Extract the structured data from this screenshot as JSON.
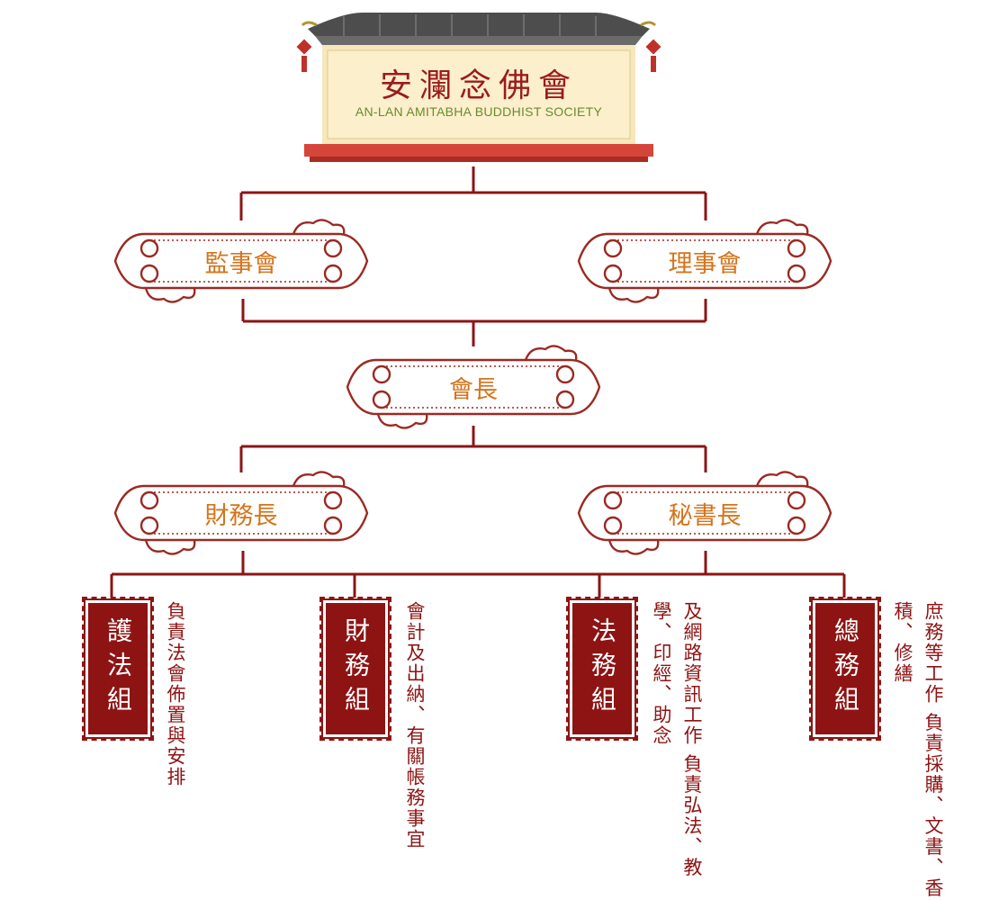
{
  "header": {
    "title": "安瀾念佛會",
    "subtitle": "AN-LAN AMITABHA BUDDHIST SOCIETY"
  },
  "nodes": {
    "supervisors": "監事會",
    "board": "理事會",
    "president": "會長",
    "finance_head": "財務長",
    "secretary": "秘書長"
  },
  "groups": [
    {
      "name": "護法組",
      "desc": [
        "負責法會佈置與安排"
      ]
    },
    {
      "name": "財務組",
      "desc": [
        "會計及出納、有關帳務事宜"
      ]
    },
    {
      "name": "法務組",
      "desc": [
        "及網路資訊工作",
        "負責弘法、教學、印經、助念"
      ]
    },
    {
      "name": "總務組",
      "desc": [
        "庶務等工作",
        "負責採購、文書、香積、修繕"
      ]
    }
  ],
  "colors": {
    "line": "#8e1414",
    "node_text": "#d4741c",
    "title": "#9b1b1b",
    "subtitle": "#6b8a2c"
  }
}
